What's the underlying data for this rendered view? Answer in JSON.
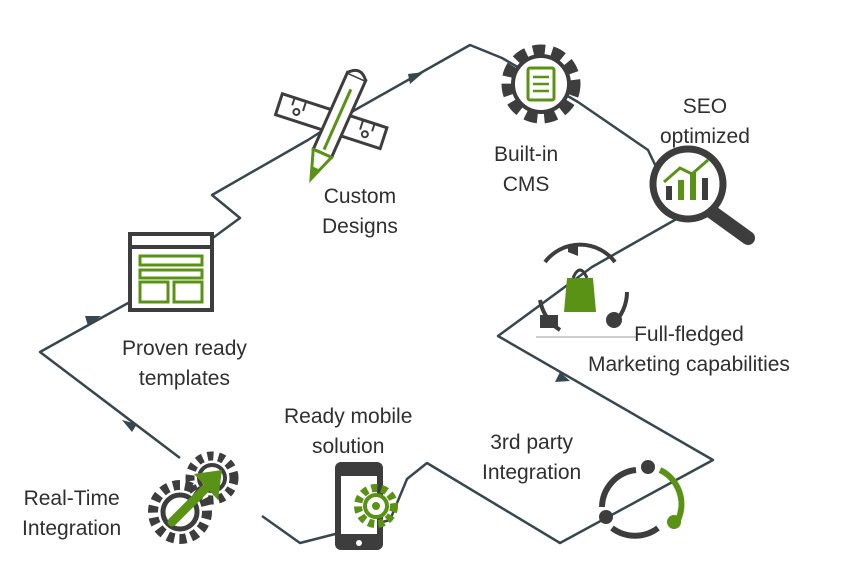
{
  "colors": {
    "line": "#37474f",
    "accent": "#5a9216",
    "icon_dark": "#3d3d3d"
  },
  "steps": [
    {
      "icon": "real-time-integration-gears-icon",
      "lines": [
        "Real-Time",
        "Integration"
      ]
    },
    {
      "icon": "proven-templates-icon",
      "lines": [
        "Proven ready",
        "templates"
      ]
    },
    {
      "icon": "pencil-ruler-icon",
      "lines": [
        "Custom",
        "Designs"
      ]
    },
    {
      "icon": "cms-gear-document-icon",
      "lines": [
        "Built-in",
        "CMS"
      ]
    },
    {
      "icon": "seo-magnifier-chart-icon",
      "lines": [
        "SEO",
        "optimized"
      ]
    },
    {
      "icon": "marketing-cycle-icon",
      "lines": [
        "Full-fledged",
        "Marketing capabilities"
      ]
    },
    {
      "icon": "third-party-integration-icon",
      "lines": [
        "3rd party",
        "Integration"
      ]
    },
    {
      "icon": "mobile-gear-icon",
      "lines": [
        "Ready mobile",
        "solution"
      ]
    }
  ]
}
